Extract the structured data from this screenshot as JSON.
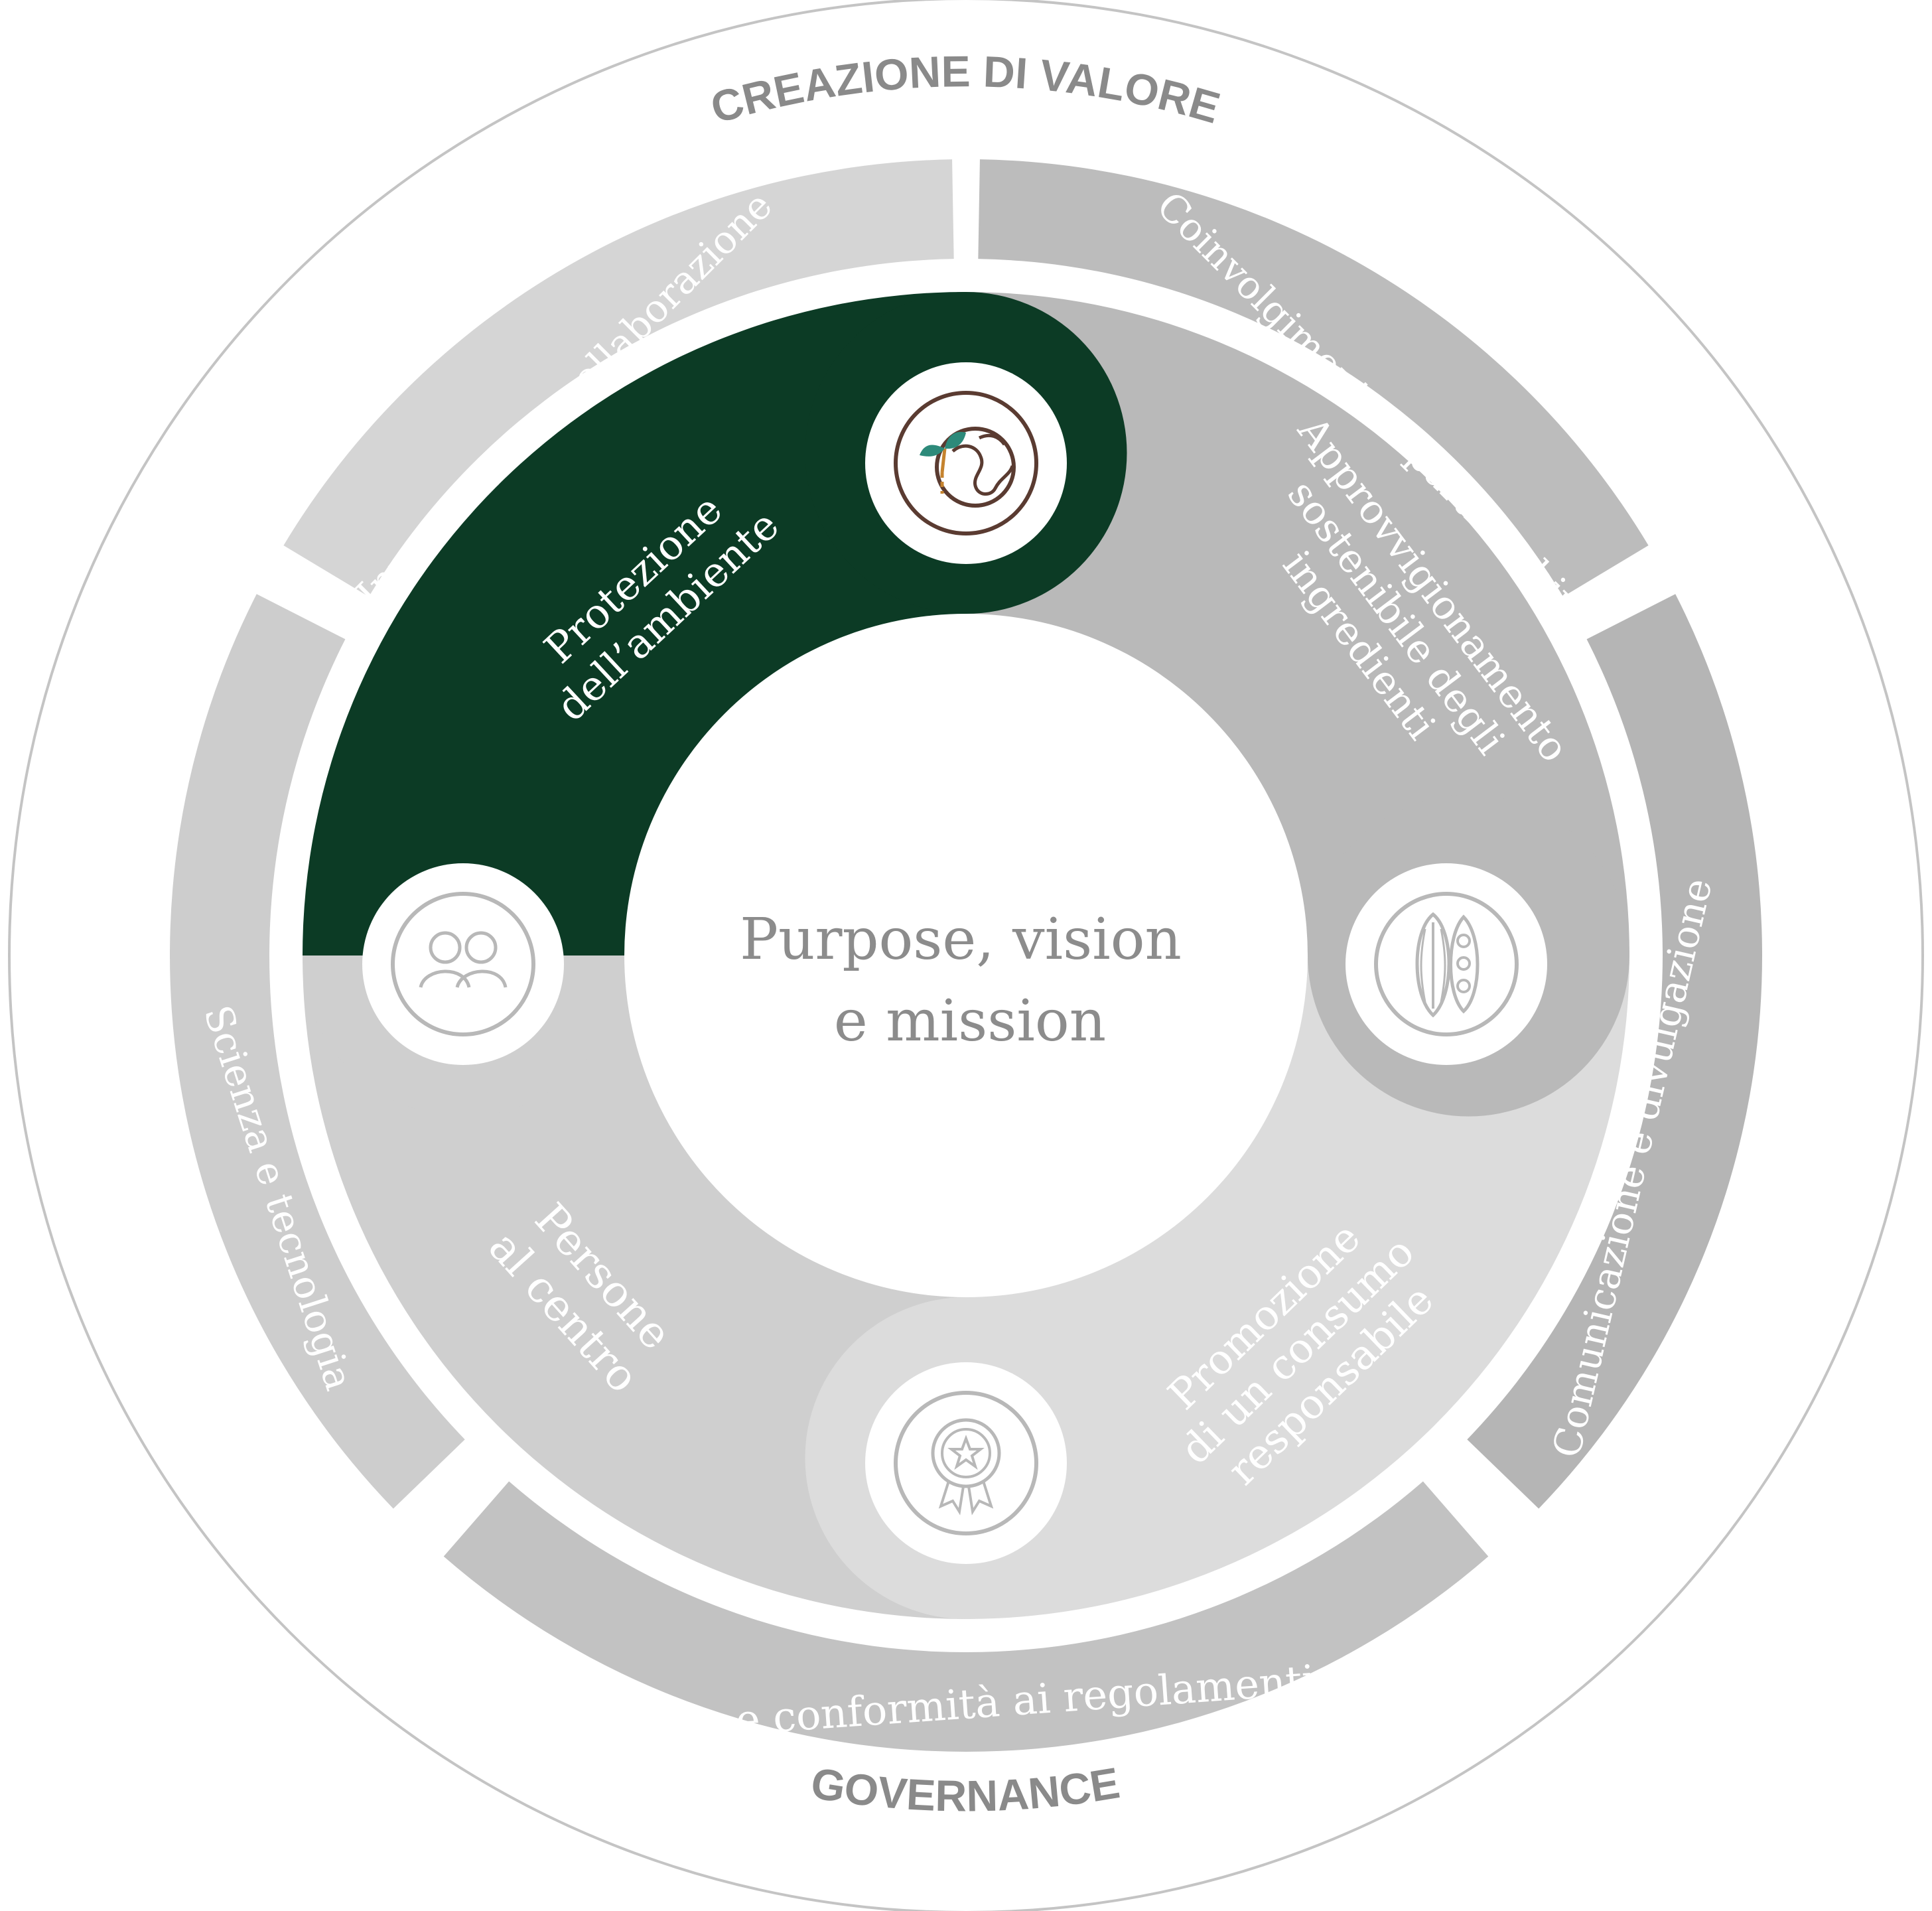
{
  "outer_labels": {
    "top": "CREAZIONE DI VALORE",
    "bottom": "GOVERNANCE"
  },
  "ring_segments": [
    {
      "label": "Innovazione e collaborazione",
      "color": "#d5d5d5"
    },
    {
      "label": "Coinvolgimento e partnership",
      "color": "#bcbcbc"
    },
    {
      "label": "Comunicazione e divulgazione",
      "color": "#b5b5b5"
    },
    {
      "label": "Etica e conformità ai regolamenti",
      "color": "#c2c2c2"
    },
    {
      "label": "Scienza e tecnologia",
      "color": "#cdcdcd"
    }
  ],
  "pillars": [
    {
      "id": "ambiente",
      "lines": [
        "Protezione",
        "dell’ambiente"
      ],
      "color": "#0c3b25",
      "icon": "earth-plant-icon",
      "active": true
    },
    {
      "id": "approvvigionamento",
      "lines": [
        "Approvvigionamento",
        "sostenibile degli",
        "ingredienti"
      ],
      "color": "#b9b9b9",
      "icon": "cocoa-pod-icon",
      "active": false
    },
    {
      "id": "consumo",
      "lines": [
        "Promozione",
        "di un consumo",
        "responsabile"
      ],
      "color": "#dcdcdc",
      "icon": "award-badge-icon",
      "active": false
    },
    {
      "id": "persone",
      "lines": [
        "Persone",
        "al centro"
      ],
      "color": "#cfcfcf",
      "icon": "people-icon",
      "active": false
    }
  ],
  "center": {
    "line1": "Purpose, vision",
    "line2": "e mission"
  },
  "colors": {
    "accent_green": "#0c3b25",
    "outer_text": "#8a8a8a",
    "center_text": "#8c8c8c",
    "outer_border": "#c4c4c4"
  }
}
